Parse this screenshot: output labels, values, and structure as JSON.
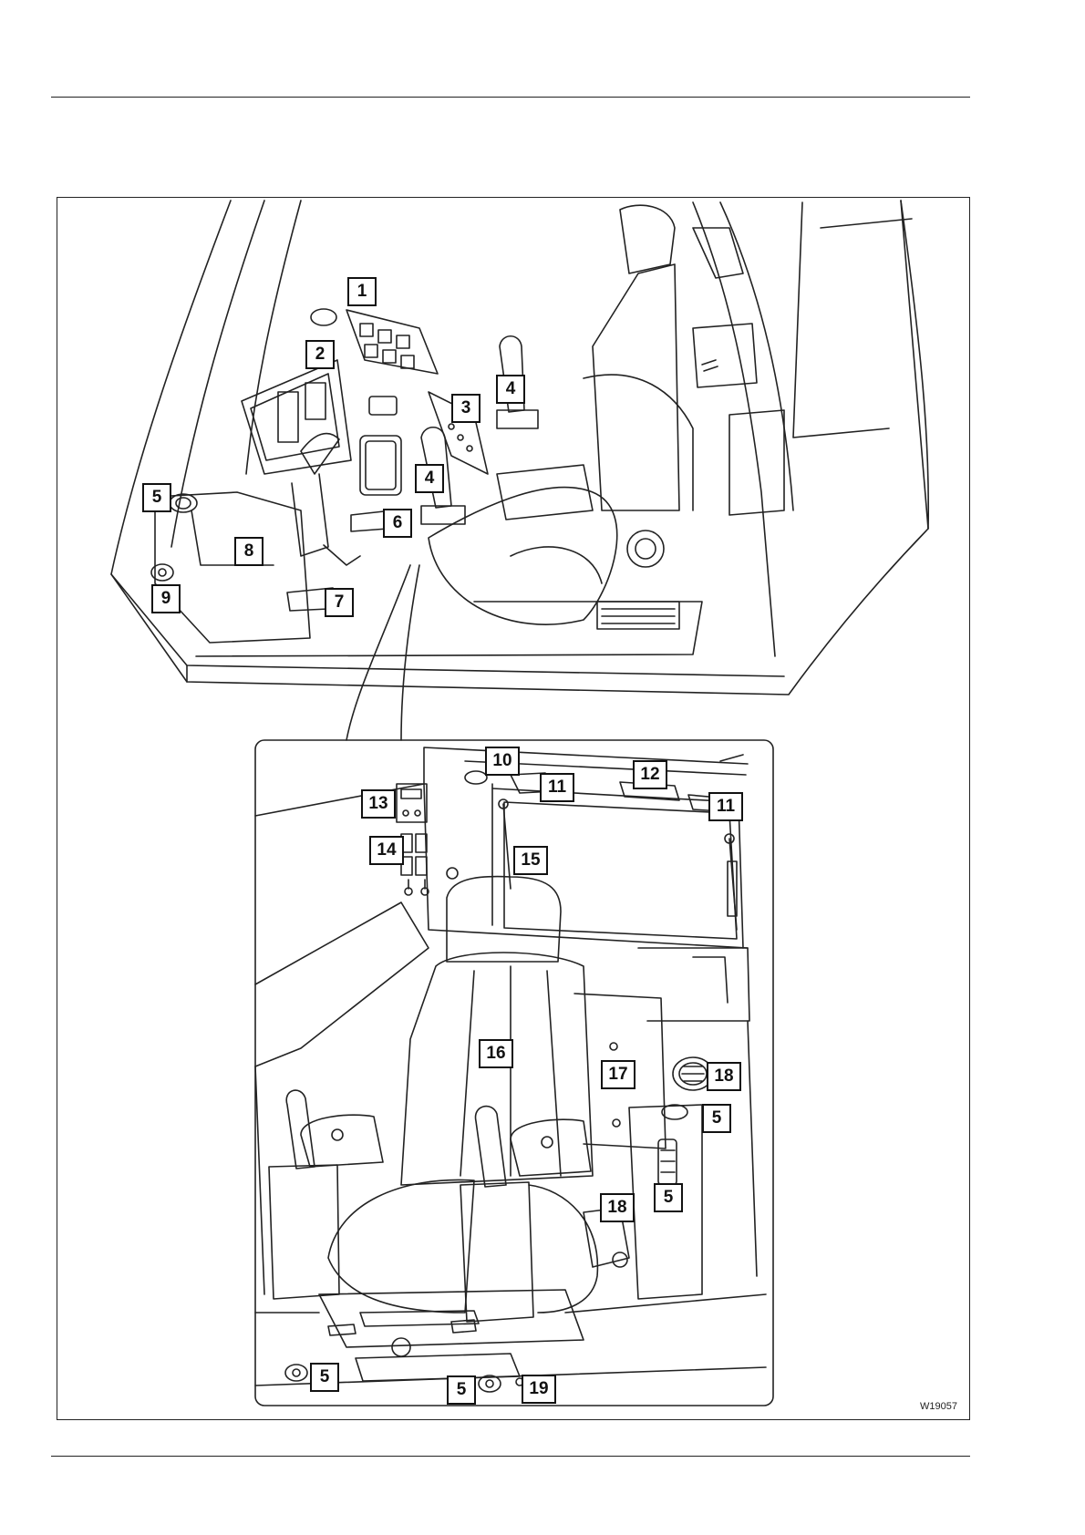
{
  "figure": {
    "id": "W19057",
    "callouts": {
      "c1": "1",
      "c2": "2",
      "c3": "3",
      "c4a": "4",
      "c4b": "4",
      "c5a": "5",
      "c5b": "5",
      "c5c": "5",
      "c5d": "5",
      "c5e": "5",
      "c6": "6",
      "c7": "7",
      "c8": "8",
      "c9": "9",
      "c10": "10",
      "c11a": "11",
      "c11b": "11",
      "c12": "12",
      "c13": "13",
      "c14": "14",
      "c15": "15",
      "c16": "16",
      "c17": "17",
      "c18a": "18",
      "c18b": "18",
      "c19": "19"
    }
  }
}
